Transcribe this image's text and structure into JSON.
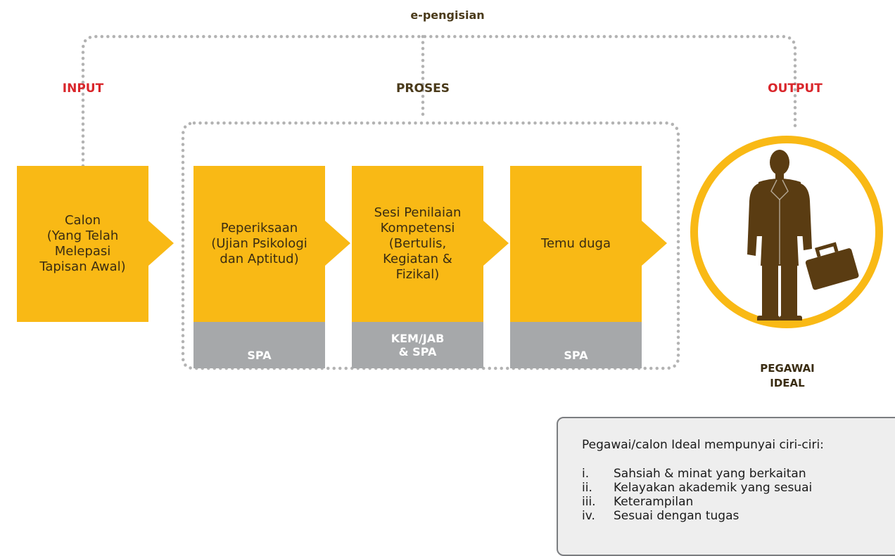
{
  "diagram": {
    "top_label": "e-pengisian",
    "input_label": "INPUT",
    "process_label": "PROSES",
    "output_label": "OUTPUT",
    "candidate_box": "Calon\n(Yang Telah\nMelepasi\nTapisan Awal)",
    "stages": [
      {
        "text": "Peperiksaan\n(Ujian Psikologi\ndan Aptitud)",
        "owner": "SPA"
      },
      {
        "text": "Sesi Penilaian\nKompetensi\n(Bertulis,\nKegiatan &\nFizikal)",
        "owner": "KEM/JAB\n& SPA"
      },
      {
        "text": "Temu duga",
        "owner": "SPA"
      }
    ],
    "result_label": "PEGAWAI\nIDEAL",
    "result_icon": "businessman-icon"
  },
  "notes": {
    "intro": "Pegawai/calon Ideal mempunyai ciri-ciri:",
    "items": [
      {
        "num": "i.",
        "text": "Sahsiah & minat yang berkaitan"
      },
      {
        "num": "ii.",
        "text": "Kelayakan akademik yang sesuai"
      },
      {
        "num": "iii.",
        "text": "Keterampilan"
      },
      {
        "num": "iv.",
        "text": "Sesuai dengan tugas"
      }
    ]
  },
  "colors": {
    "box": "#f9b915",
    "footer": "#a6a8aa",
    "dots": "#b3b3b3",
    "red_label": "#d9262b",
    "dark_label": "#4a3a1a",
    "figure": "#5a3c12"
  }
}
